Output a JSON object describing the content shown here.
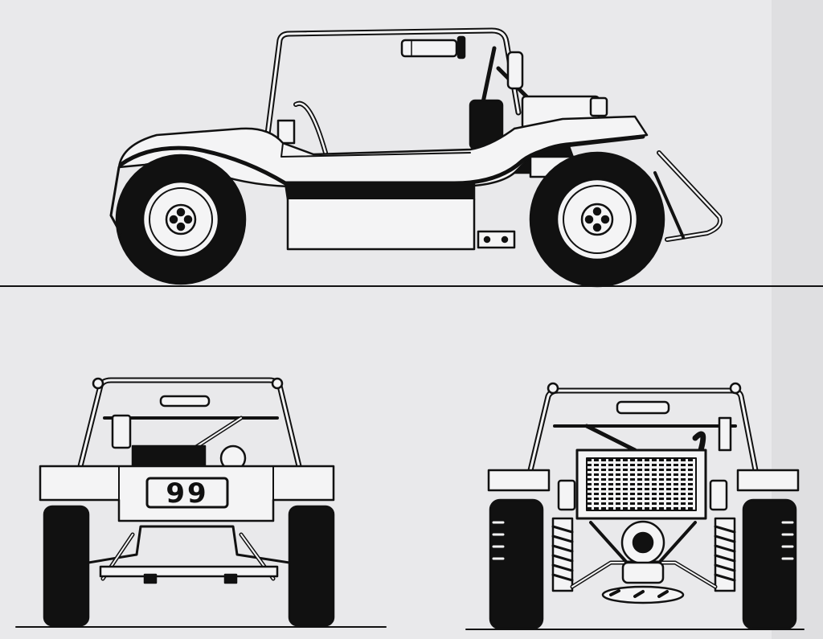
{
  "drawing": {
    "views": [
      "side-view",
      "rear-view",
      "front-view"
    ],
    "plate_number": "99",
    "colors": {
      "paper": "#e9e9eb",
      "ink": "#111111",
      "body_fill": "#f4f4f5"
    }
  }
}
